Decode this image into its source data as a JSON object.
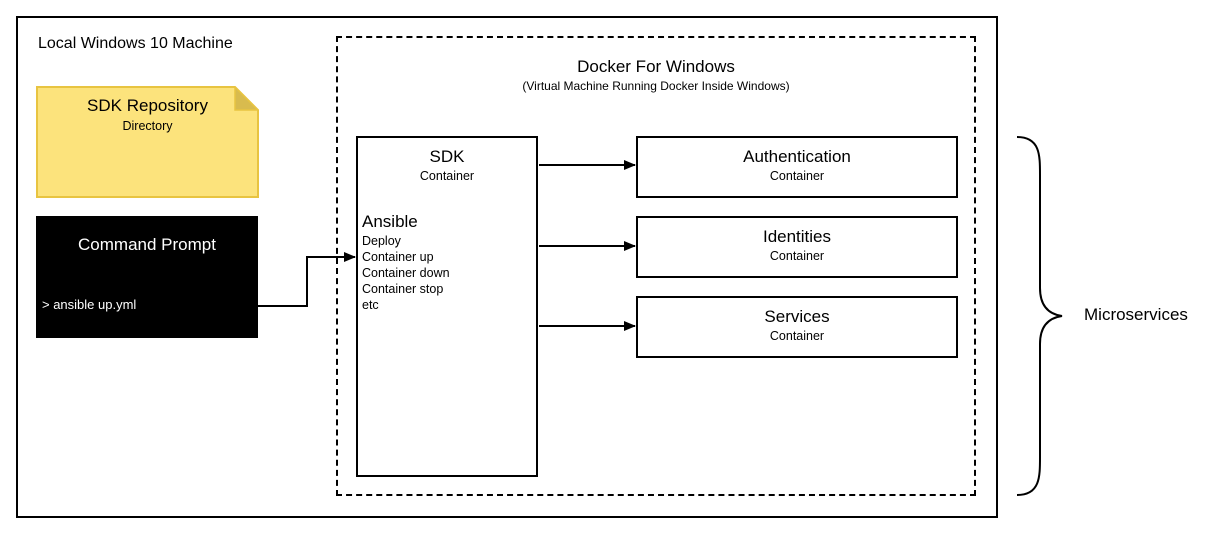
{
  "local_machine": {
    "label": "Local Windows 10 Machine"
  },
  "sdk_repository": {
    "title": "SDK Repository",
    "subtitle": "Directory",
    "color": "#fce37c",
    "border_color": "#e8c441"
  },
  "command_prompt": {
    "title": "Command Prompt",
    "command": "> ansible up.yml",
    "color": "#000000"
  },
  "docker": {
    "title": "Docker For Windows",
    "subtitle": "(Virtual Machine Running Docker Inside Windows)"
  },
  "sdk_container": {
    "title": "SDK",
    "subtitle": "Container",
    "ansible_heading": "Ansible",
    "ansible_items": [
      "Deploy",
      "Container up",
      "Container down",
      "Container stop",
      "etc"
    ]
  },
  "containers": [
    {
      "title": "Authentication",
      "subtitle": "Container"
    },
    {
      "title": "Identities",
      "subtitle": "Container"
    },
    {
      "title": "Services",
      "subtitle": "Container"
    }
  ],
  "microservices": {
    "label": "Microservices"
  }
}
